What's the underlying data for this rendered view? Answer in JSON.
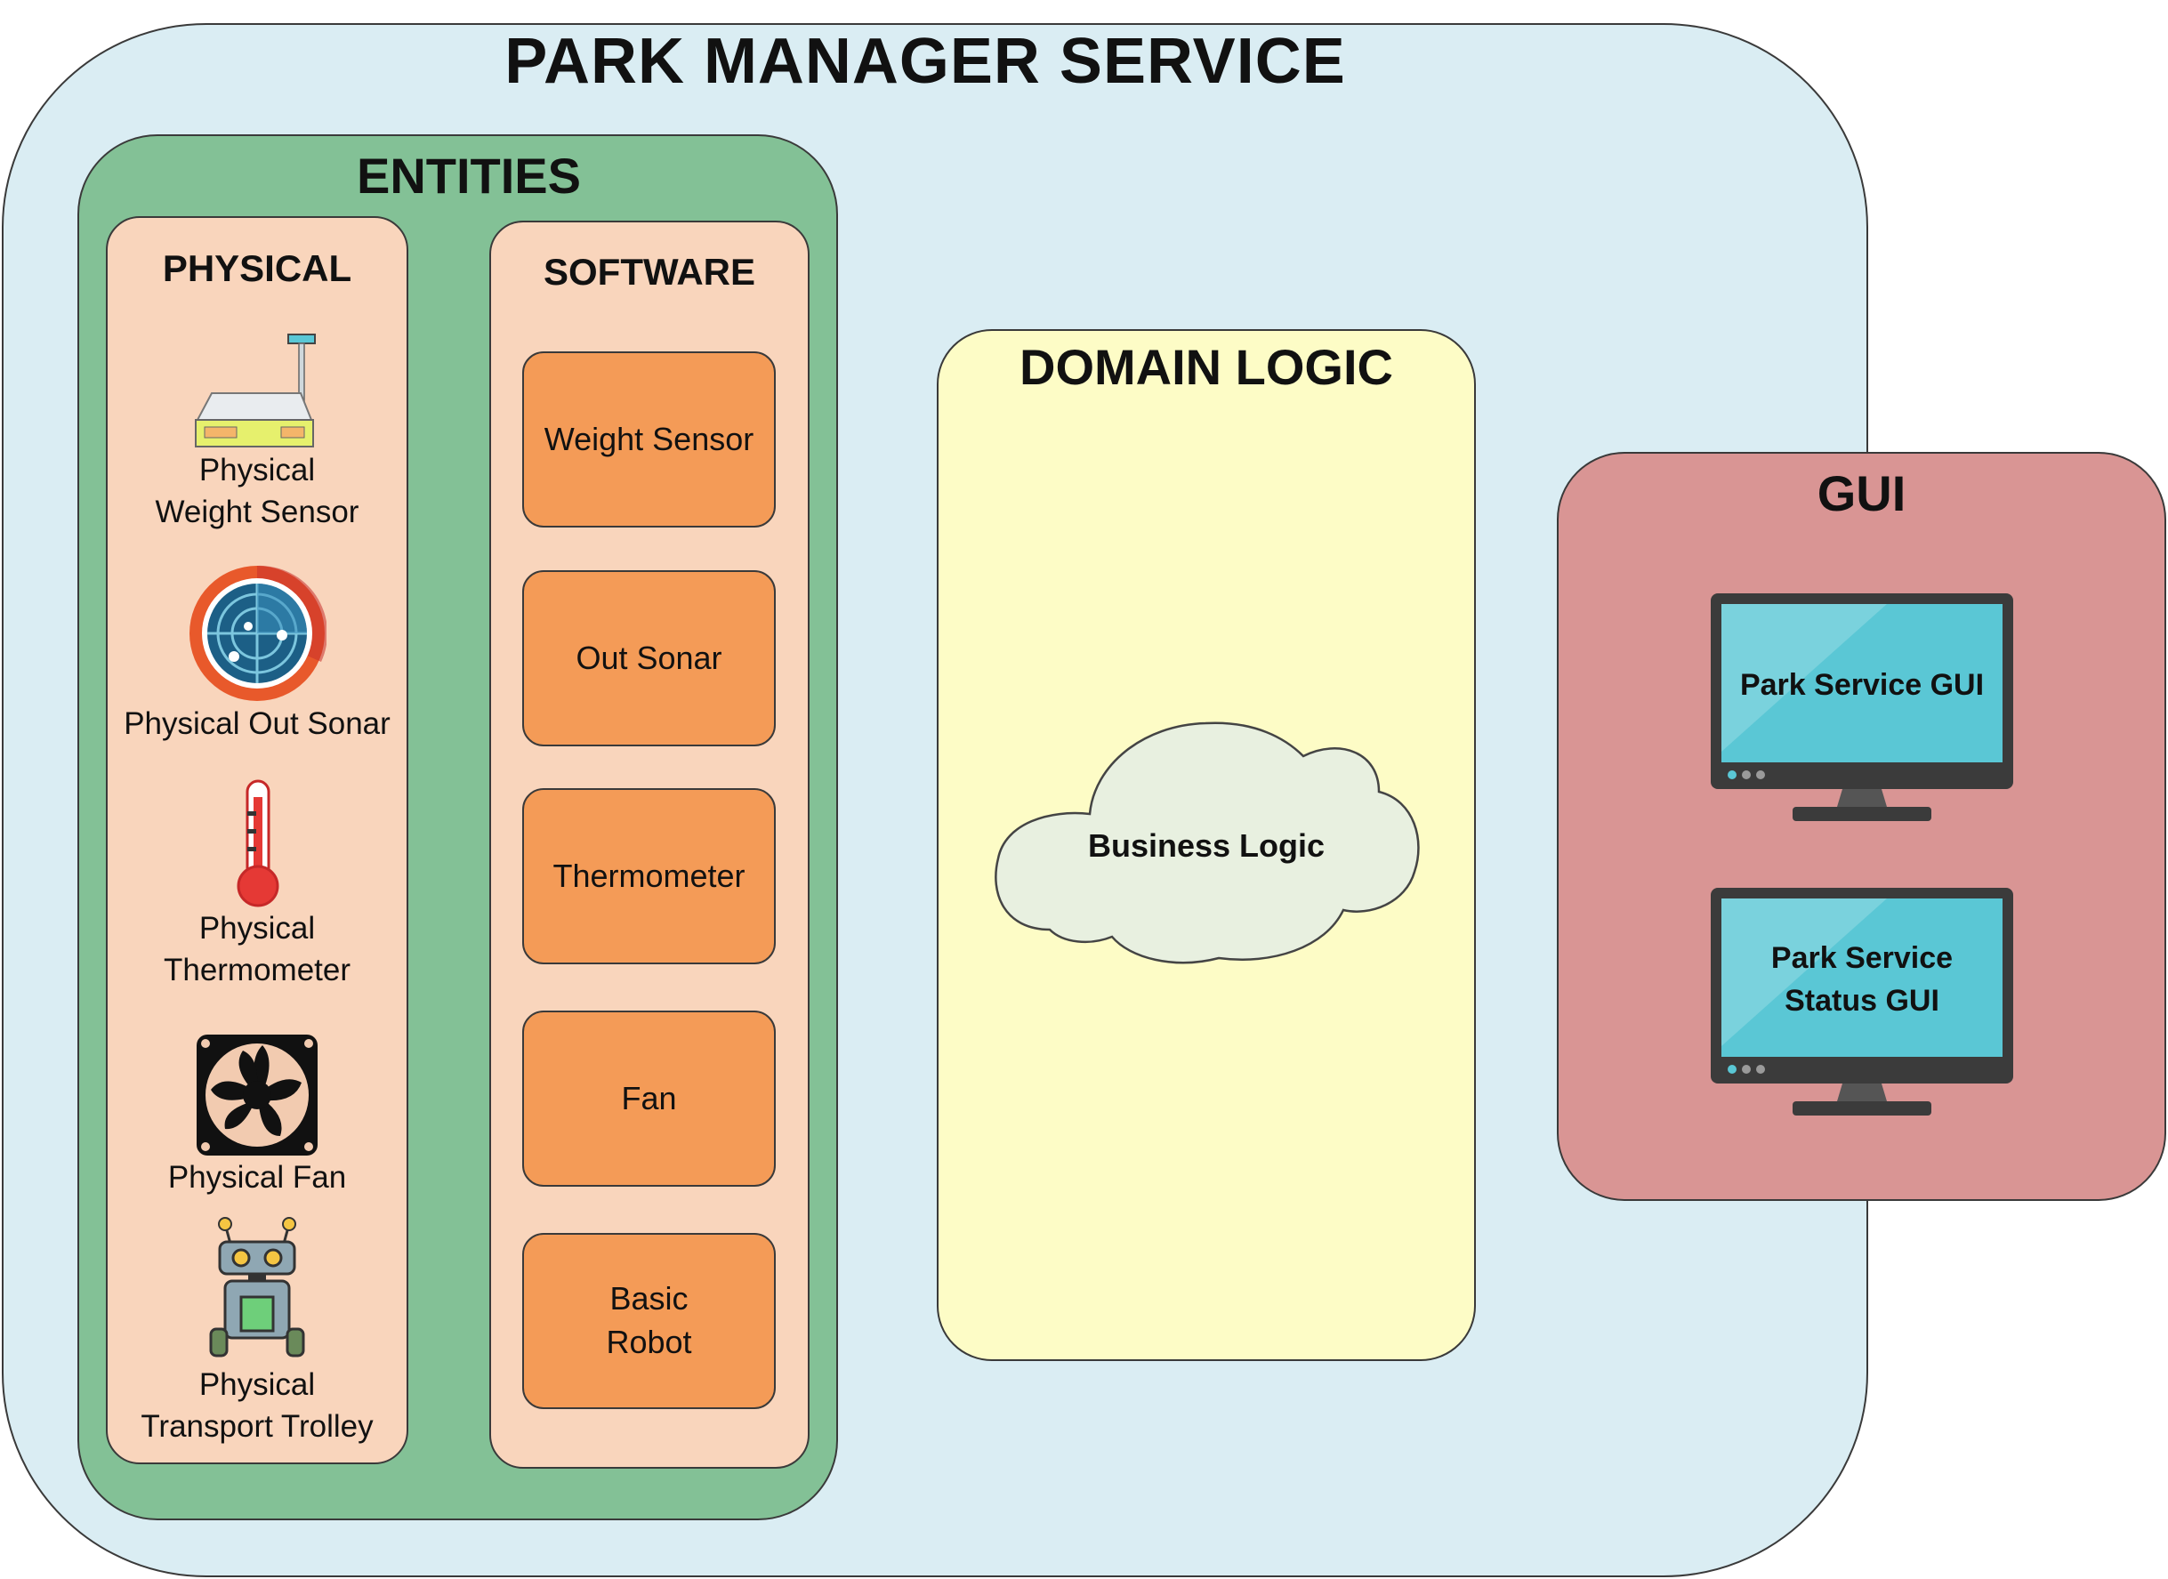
{
  "service": {
    "title": "PARK MANAGER SERVICE"
  },
  "entities": {
    "title": "ENTITIES",
    "physical": {
      "title": "PHYSICAL",
      "items": [
        {
          "label": "Physical\nWeight Sensor",
          "icon": "weighing-scale-icon"
        },
        {
          "label": "Physical Out Sonar",
          "icon": "sonar-radar-icon"
        },
        {
          "label": "Physical\nThermometer",
          "icon": "thermometer-icon"
        },
        {
          "label": "Physical Fan",
          "icon": "fan-icon"
        },
        {
          "label": "Physical\nTransport Trolley",
          "icon": "robot-trolley-icon"
        }
      ]
    },
    "software": {
      "title": "SOFTWARE",
      "items": [
        "Weight Sensor",
        "Out Sonar",
        "Thermometer",
        "Fan",
        "Basic\nRobot"
      ]
    }
  },
  "domain": {
    "title": "DOMAIN LOGIC",
    "cloud_label": "Business Logic"
  },
  "gui": {
    "title": "GUI",
    "screens": [
      {
        "label": "Park Service GUI",
        "icon": "monitor-icon"
      },
      {
        "label": "Park Service\nStatus GUI",
        "icon": "monitor-icon"
      }
    ]
  },
  "colors": {
    "service_bg": "#daedf3",
    "entities_bg": "#83c196",
    "panel_bg": "#f9d5bc",
    "software_box": "#f49b57",
    "domain_bg": "#fdfcc6",
    "cloud_fill": "#e8f0e0",
    "gui_bg": "#d99594",
    "screen": "#5ac7d5"
  }
}
